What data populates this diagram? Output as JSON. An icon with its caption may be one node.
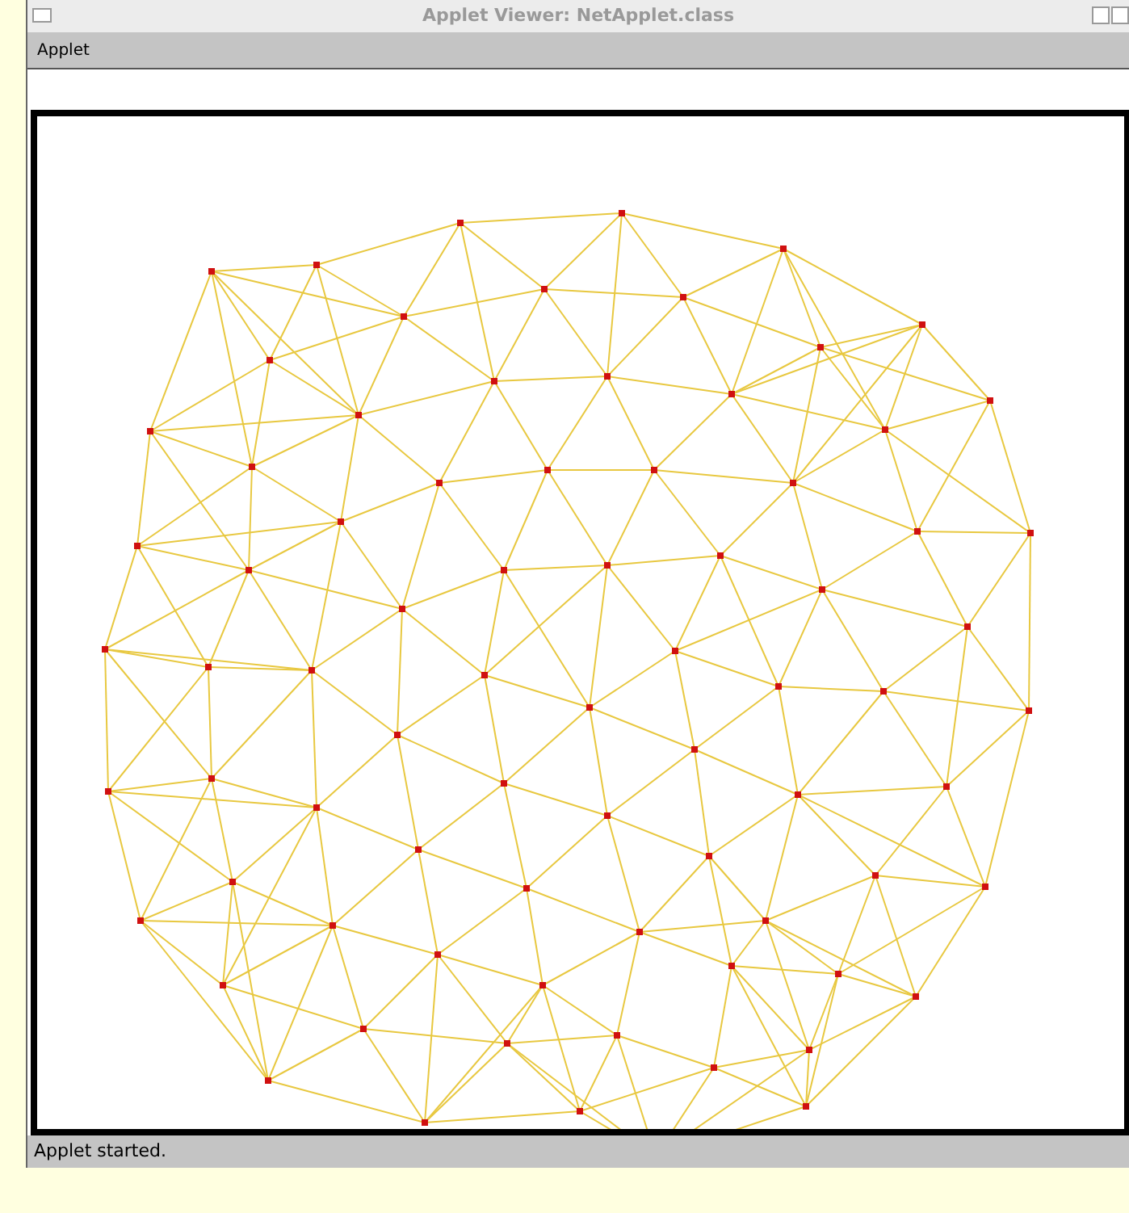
{
  "diagram": {
    "labels": [
      "Applet Viewer: NetApplet.class",
      "Applet",
      "Applet started."
    ]
  }
}
